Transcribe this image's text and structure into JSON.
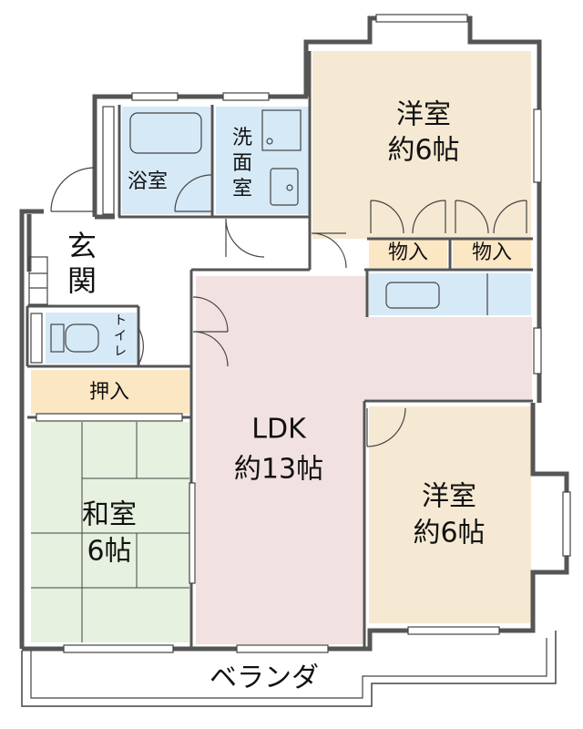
{
  "rooms": {
    "western_room_top": {
      "name": "洋室",
      "size": "約6帖"
    },
    "western_room_bottom": {
      "name": "洋室",
      "size": "約6帖"
    },
    "ldk": {
      "name": "LDK",
      "size": "約13帖"
    },
    "japanese_room": {
      "name": "和室",
      "size": "6帖"
    },
    "bathroom": {
      "name": "浴室"
    },
    "washroom": {
      "chars": [
        "洗",
        "面",
        "室"
      ]
    },
    "entrance": {
      "chars": [
        "玄",
        "関"
      ]
    },
    "toilet": {
      "chars": [
        "ト",
        "イ",
        "レ"
      ]
    },
    "closet_oshiire": {
      "name": "押入"
    },
    "storage_1": {
      "name": "物入"
    },
    "storage_2": {
      "name": "物入"
    },
    "veranda": {
      "name": "ベランダ"
    }
  },
  "colors": {
    "western": "#f5e9d3",
    "ldk": "#f2e1e1",
    "japanese": "#e6f1e0",
    "wet": "#d6e9f7",
    "storage": "#fbe7c4",
    "wall": "#555555",
    "line": "#444444"
  }
}
